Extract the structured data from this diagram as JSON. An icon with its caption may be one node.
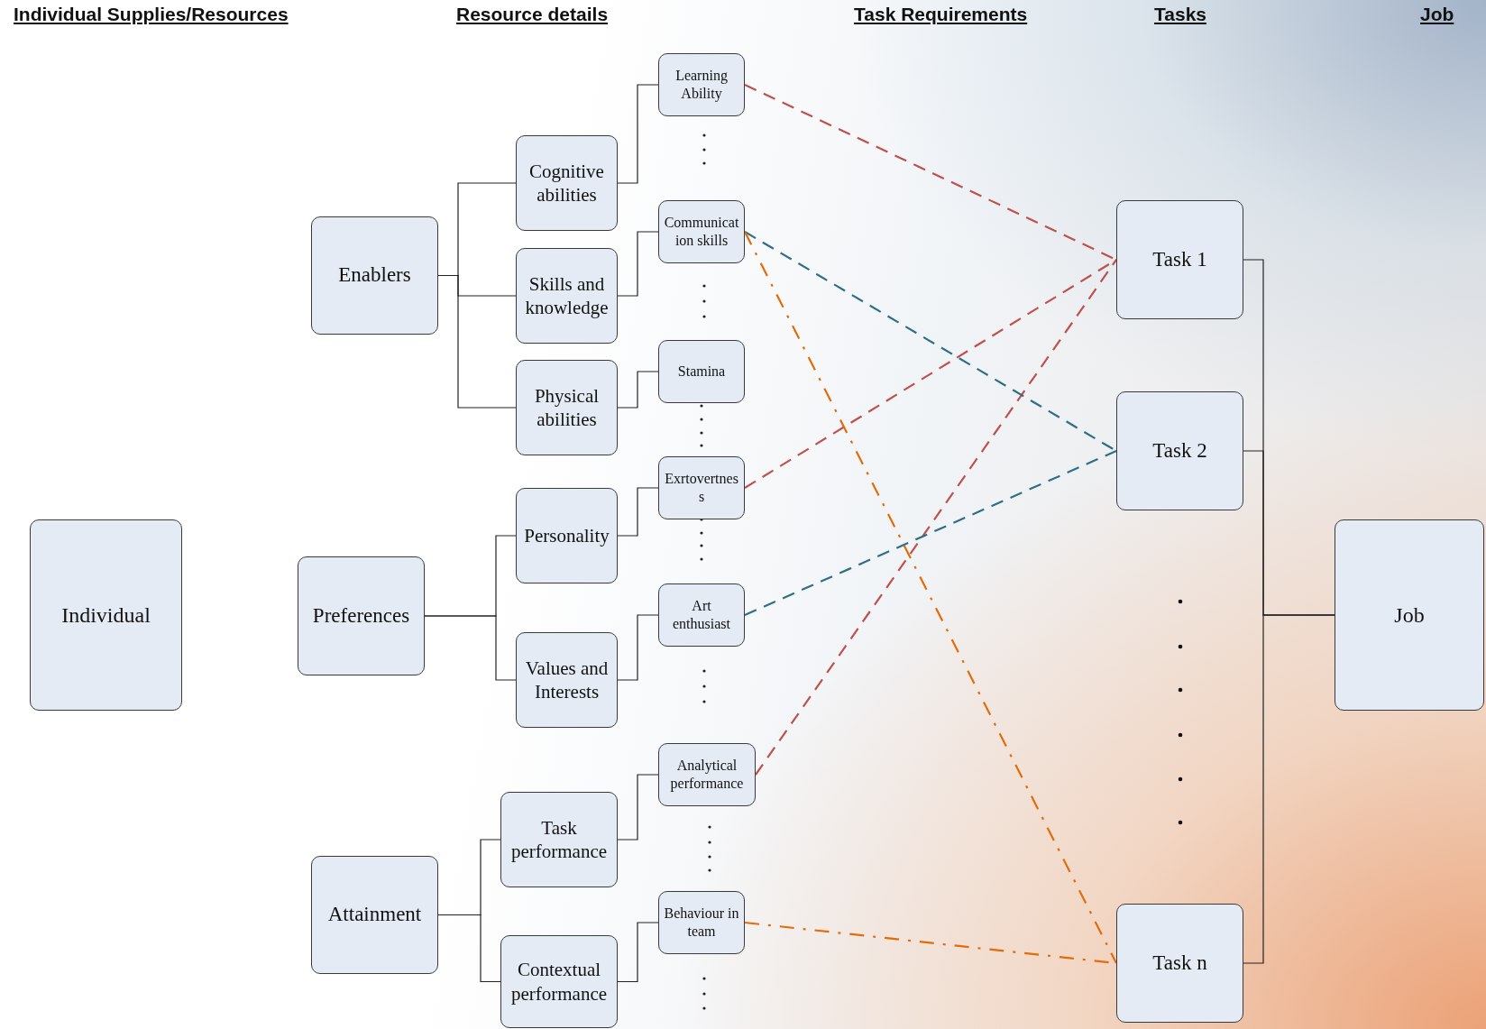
{
  "diagram": {
    "nodes": [
      {
        "text": [
          "Individual"
        ]
      },
      {
        "text": [
          "Enablers"
        ]
      },
      {
        "text": [
          "Cognitive abilities"
        ]
      },
      {
        "text": [
          "Skills and knowledge"
        ]
      },
      {
        "text": [
          "Physical abilities"
        ]
      },
      {
        "text": [
          "Learning Ability"
        ]
      },
      {
        "text": [
          "Communication skills"
        ]
      },
      {
        "text": [
          "Stamina"
        ]
      },
      {
        "text": [
          "Preferences"
        ]
      },
      {
        "text": [
          "Personality"
        ]
      },
      {
        "text": [
          "Values and Interests"
        ]
      },
      {
        "text": [
          "Exrtovertness"
        ]
      },
      {
        "text": [
          "Art enthusiast"
        ]
      },
      {
        "text": [
          "Attainment"
        ]
      },
      {
        "text": [
          "Task performance"
        ]
      },
      {
        "text": [
          "Contextual performance"
        ]
      },
      {
        "text": [
          "Analytical performance"
        ]
      },
      {
        "text": [
          "Behaviour in team"
        ]
      },
      {
        "text": [
          "Task 1"
        ]
      },
      {
        "text": [
          "Task 2"
        ]
      },
      {
        "text": [
          "Task n"
        ]
      },
      {
        "text": [
          "Job"
        ]
      }
    ],
    "edges": [
      {
        "from": 1,
        "to": 2,
        "arrow": "none"
      },
      {
        "from": 1,
        "to": 3,
        "arrow": "none"
      },
      {
        "from": 1,
        "to": 4,
        "arrow": "none"
      },
      {
        "from": 2,
        "to": 5,
        "arrow": "none"
      },
      {
        "from": 3,
        "to": 6,
        "arrow": "none"
      },
      {
        "from": 4,
        "to": 7,
        "arrow": "none"
      },
      {
        "from": 8,
        "to": 9,
        "arrow": "none"
      },
      {
        "from": 8,
        "to": 10,
        "arrow": "none"
      },
      {
        "from": 9,
        "to": 11,
        "arrow": "none"
      },
      {
        "from": 10,
        "to": 12,
        "arrow": "none"
      },
      {
        "from": 13,
        "to": 14,
        "arrow": "none"
      },
      {
        "from": 13,
        "to": 15,
        "arrow": "none"
      },
      {
        "from": 14,
        "to": 16,
        "arrow": "none"
      },
      {
        "from": 15,
        "to": 17,
        "arrow": "none"
      },
      {
        "from": 18,
        "to": 21,
        "arrow": "none"
      },
      {
        "from": 19,
        "to": 21,
        "arrow": "none"
      },
      {
        "from": 20,
        "to": 21,
        "arrow": "none"
      },
      {
        "from": 5,
        "to": 18,
        "arrow": "none",
        "style": "dashed",
        "color": "#c0504d"
      },
      {
        "from": 11,
        "to": 18,
        "arrow": "none",
        "style": "dashed",
        "color": "#c0504d"
      },
      {
        "from": 16,
        "to": 18,
        "arrow": "none",
        "style": "dashed",
        "color": "#c0504d"
      },
      {
        "from": 6,
        "to": 19,
        "arrow": "none",
        "style": "dashed",
        "color": "#2f6f86"
      },
      {
        "from": 12,
        "to": 19,
        "arrow": "none",
        "style": "dashed",
        "color": "#2f6f86"
      },
      {
        "from": 6,
        "to": 20,
        "arrow": "none",
        "style": "dashed",
        "color": "#e36c0a"
      },
      {
        "from": 17,
        "to": 20,
        "arrow": "none",
        "style": "dashed",
        "color": "#e36c0a"
      }
    ],
    "labels": [
      "Individual Supplies/Resources",
      "Resource details",
      "Task Requirements",
      "Tasks",
      "Job"
    ]
  }
}
